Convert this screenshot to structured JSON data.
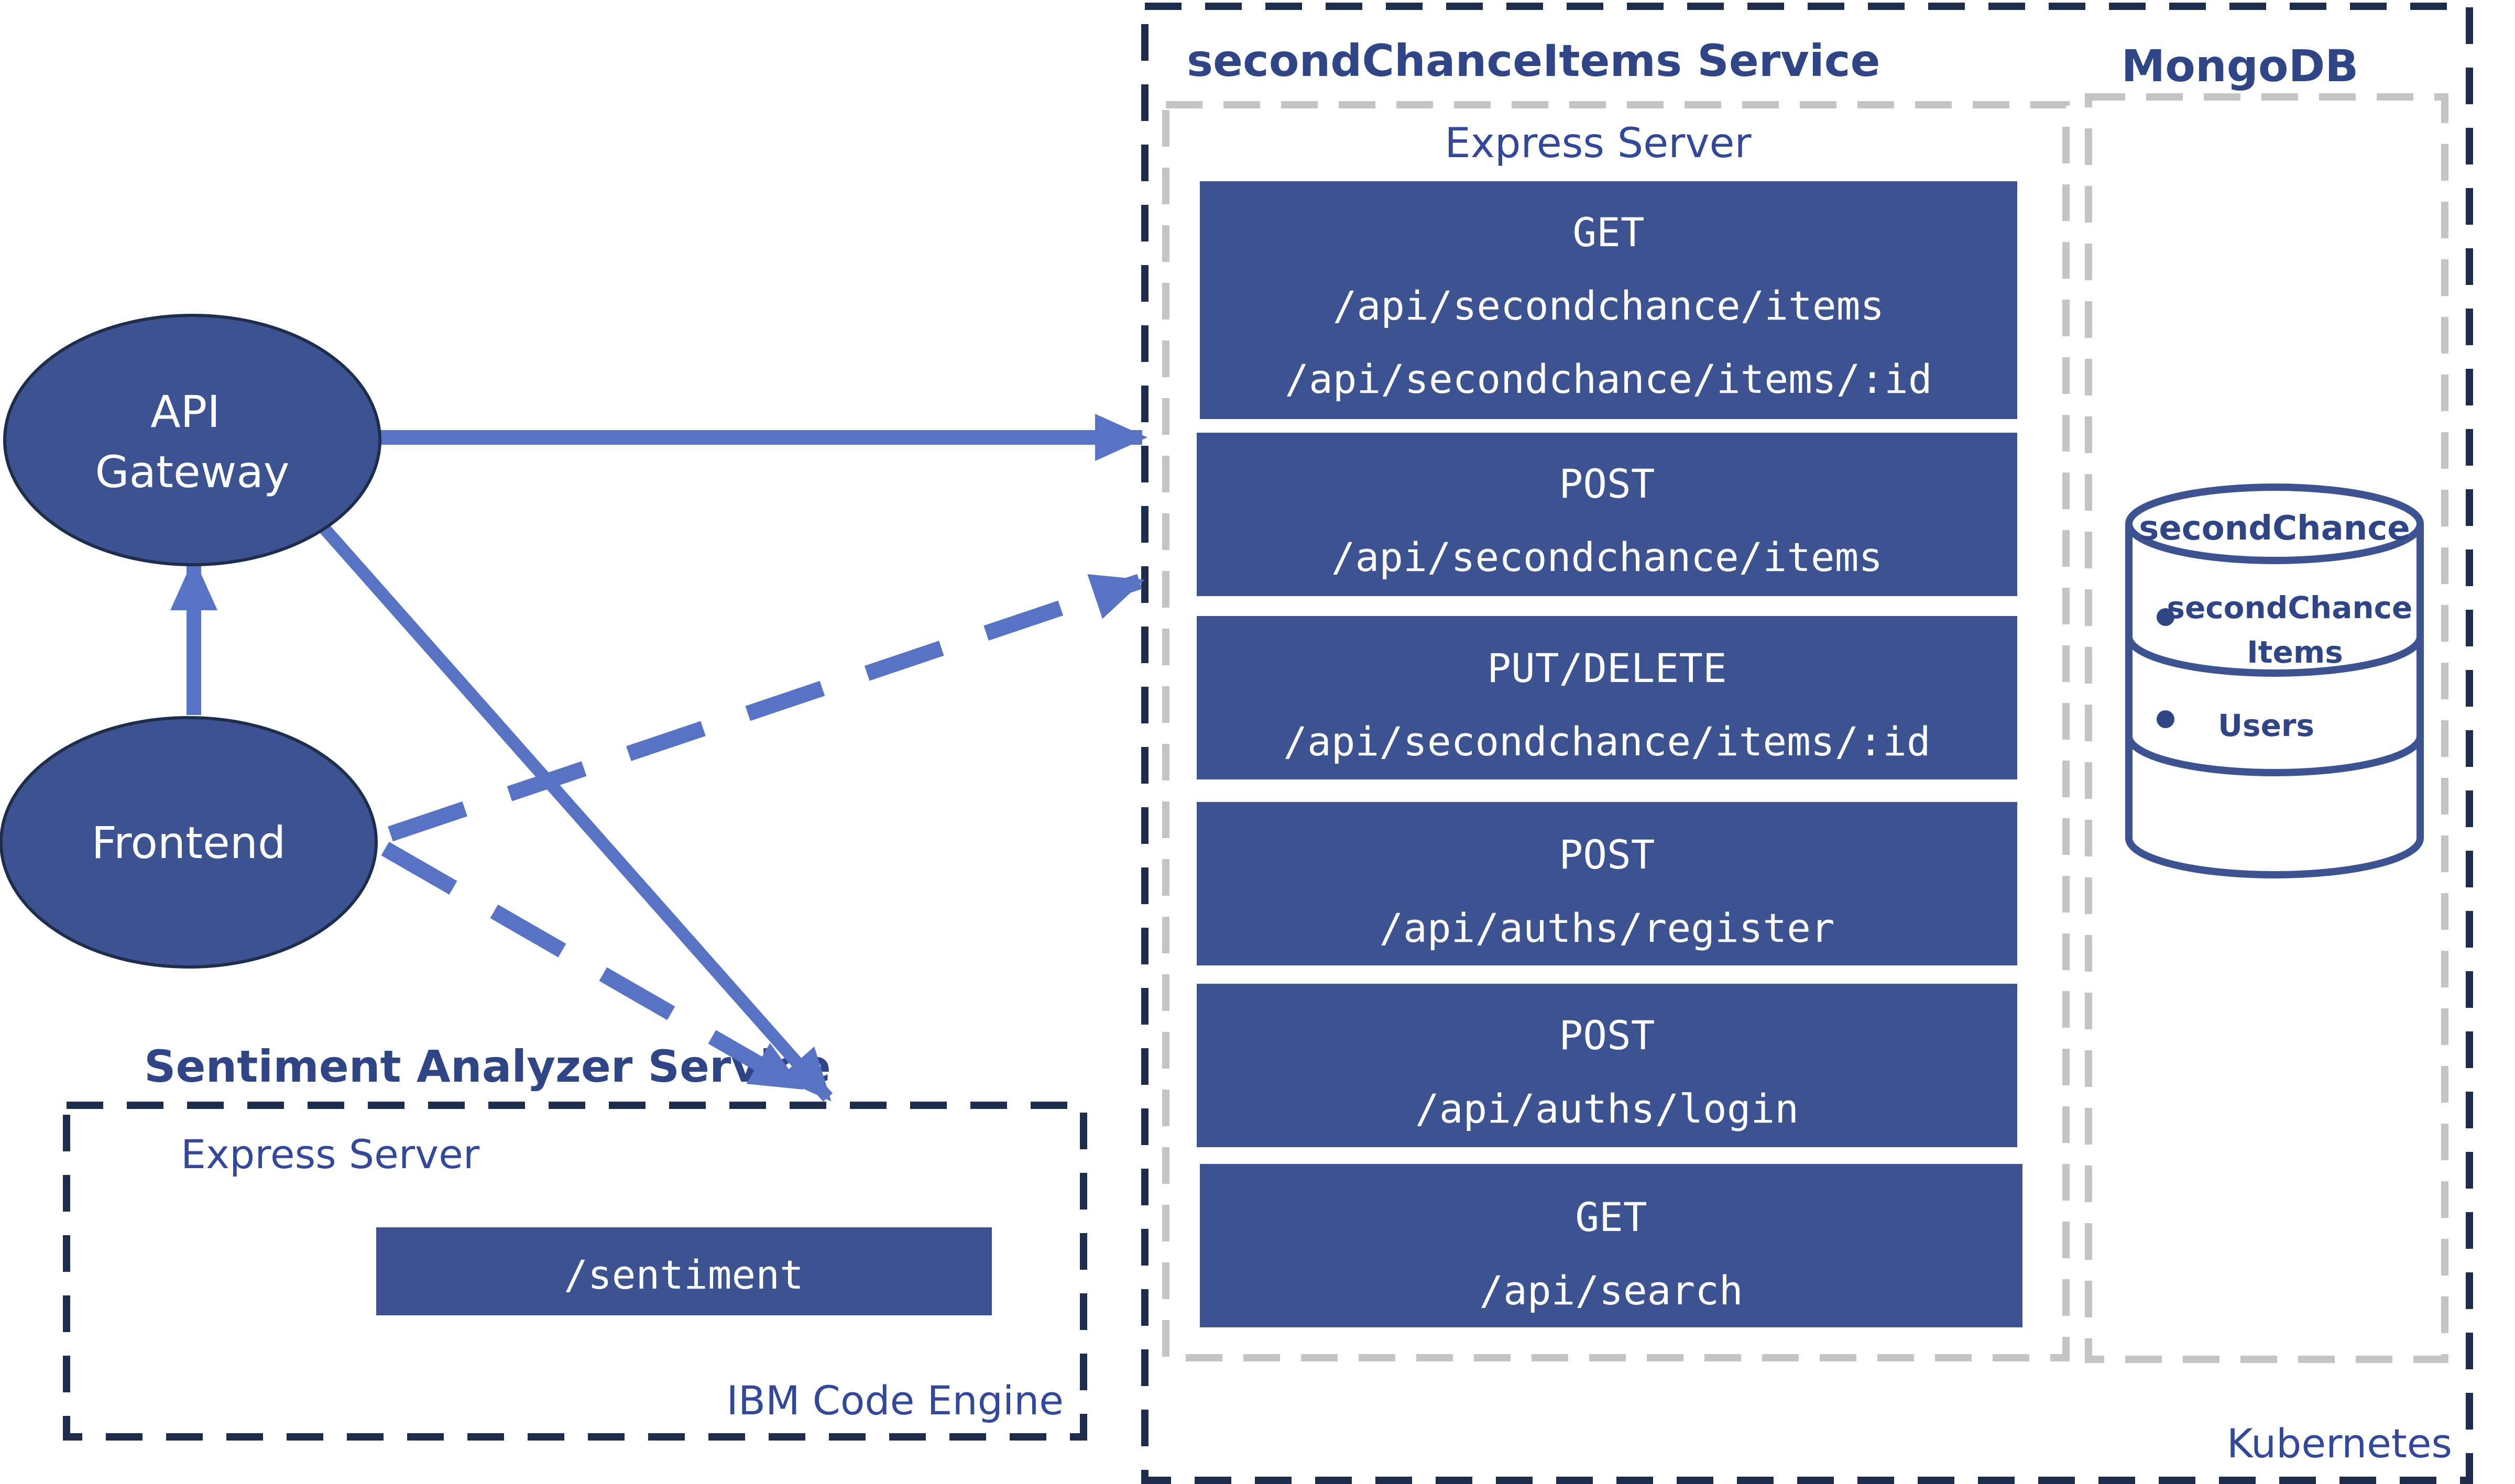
{
  "colors": {
    "box_fill": "#3c5291",
    "arrow": "#5873c4",
    "outer_border": "#1f2d4d",
    "inner_border": "#c4c4c4",
    "title_text": "#2f4586",
    "label_text": "#34489a",
    "box_text": "#ffffff",
    "background": "#ffffff"
  },
  "nodes": {
    "api_gateway": {
      "line1": "API",
      "line2": "Gateway"
    },
    "frontend": {
      "label": "Frontend"
    }
  },
  "second_chance_service": {
    "title": "secondChanceItems Service",
    "platform_label": "Kubernetes",
    "express": {
      "title": "Express Server",
      "endpoints": [
        {
          "method": "GET",
          "paths": [
            "/api/secondchance/items",
            "/api/secondchance/items/:id"
          ]
        },
        {
          "method": "POST",
          "paths": [
            "/api/secondchance/items"
          ]
        },
        {
          "method": "PUT/DELETE",
          "paths": [
            "/api/secondchance/items/:id"
          ]
        },
        {
          "method": "POST",
          "paths": [
            "/api/auths/register"
          ]
        },
        {
          "method": "POST",
          "paths": [
            "/api/auths/login"
          ]
        },
        {
          "method": "GET",
          "paths": [
            "/api/search"
          ]
        }
      ]
    },
    "mongodb": {
      "title": "MongoDB",
      "database_name": "secondChance",
      "collections": [
        "secondChance Items",
        "Users"
      ]
    }
  },
  "sentiment_service": {
    "title": "Sentiment Analyzer Service",
    "express_title": "Express Server",
    "endpoint": "/sentiment",
    "platform_label": "IBM Code Engine"
  },
  "connections": [
    {
      "from": "frontend",
      "to": "api_gateway",
      "style": "solid"
    },
    {
      "from": "api_gateway",
      "to": "second_chance_service",
      "style": "solid"
    },
    {
      "from": "api_gateway",
      "to": "sentiment_service",
      "style": "solid"
    },
    {
      "from": "frontend",
      "to": "second_chance_service",
      "style": "dashed"
    },
    {
      "from": "frontend",
      "to": "sentiment_service",
      "style": "dashed"
    }
  ]
}
